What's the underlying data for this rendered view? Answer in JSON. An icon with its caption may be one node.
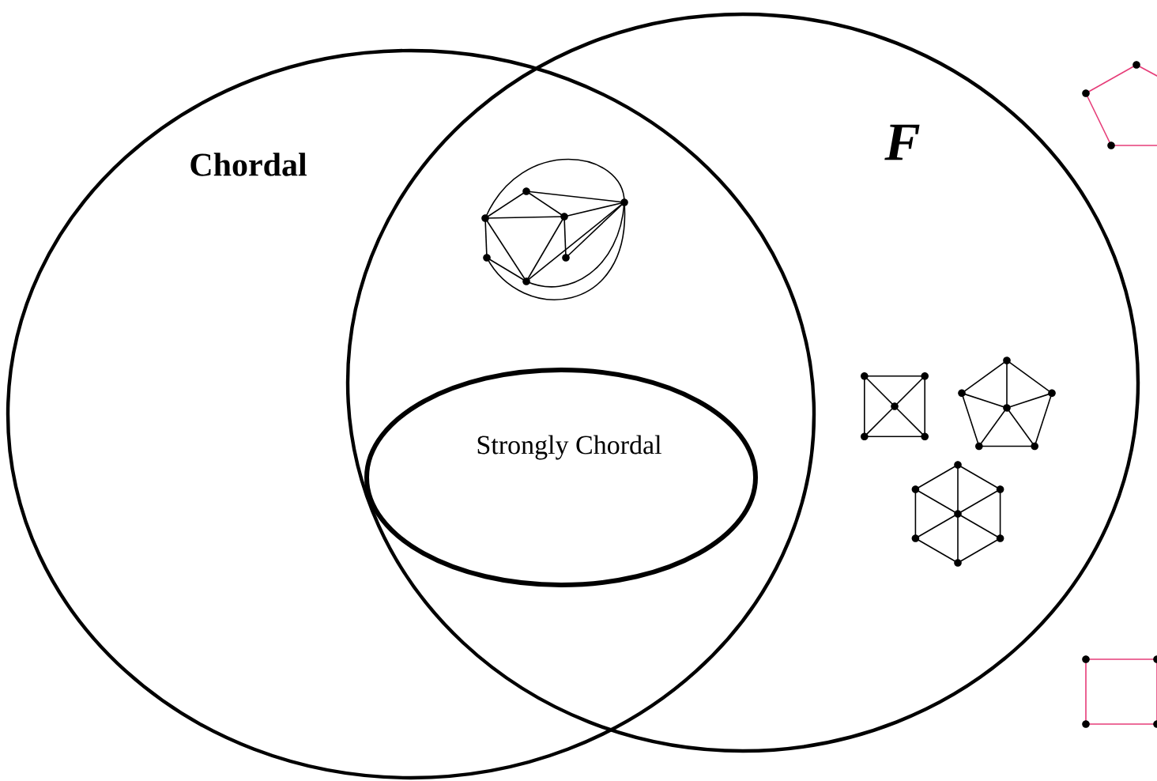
{
  "diagram": {
    "nodes": [
      {
        "text": [
          "Chordal"
        ]
      },
      {
        "text": [
          "F"
        ]
      },
      {
        "text": [
          "Strongly Chordal"
        ]
      }
    ]
  }
}
